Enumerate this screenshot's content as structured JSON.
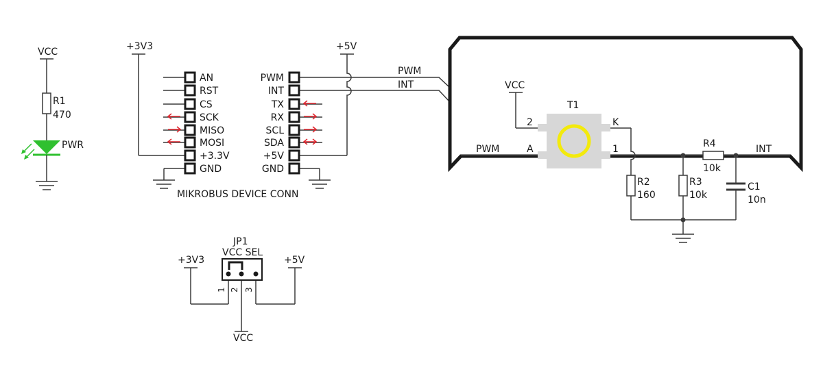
{
  "colors": {
    "wire": "#3a3a3a",
    "led": "#2fc02f",
    "button_ring": "#f3ea0c",
    "arrow": "#e0262f",
    "text": "#1a1a1a"
  },
  "power_led": {
    "supply": "VCC",
    "resistor_name": "R1",
    "resistor_value": "470",
    "led_label": "PWR"
  },
  "connector": {
    "caption": "MIKROBUS DEVICE CONN",
    "left_supply": "+3V3",
    "right_supply": "+5V",
    "left_pins": [
      "AN",
      "RST",
      "CS",
      "SCK",
      "MISO",
      "MOSI",
      "+3.3V",
      "GND"
    ],
    "right_pins": [
      "PWM",
      "INT",
      "TX",
      "RX",
      "SCL",
      "SDA",
      "+5V",
      "GND"
    ],
    "net_pwm": "PWM",
    "net_int": "INT"
  },
  "button": {
    "name": "T1",
    "supply": "VCC",
    "pin_2": "2",
    "pin_k": "K",
    "pin_a": "A",
    "pin_1": "1",
    "net_pwm": "PWM",
    "net_int": "INT",
    "r2_name": "R2",
    "r2_value": "160",
    "r3_name": "R3",
    "r3_value": "10k",
    "r4_name": "R4",
    "r4_value": "10k",
    "c1_name": "C1",
    "c1_value": "10n"
  },
  "jumper": {
    "name": "JP1",
    "caption": "VCC SEL",
    "left_supply": "+3V3",
    "right_supply": "+5V",
    "pins": [
      "1",
      "2",
      "3"
    ],
    "output": "VCC"
  }
}
